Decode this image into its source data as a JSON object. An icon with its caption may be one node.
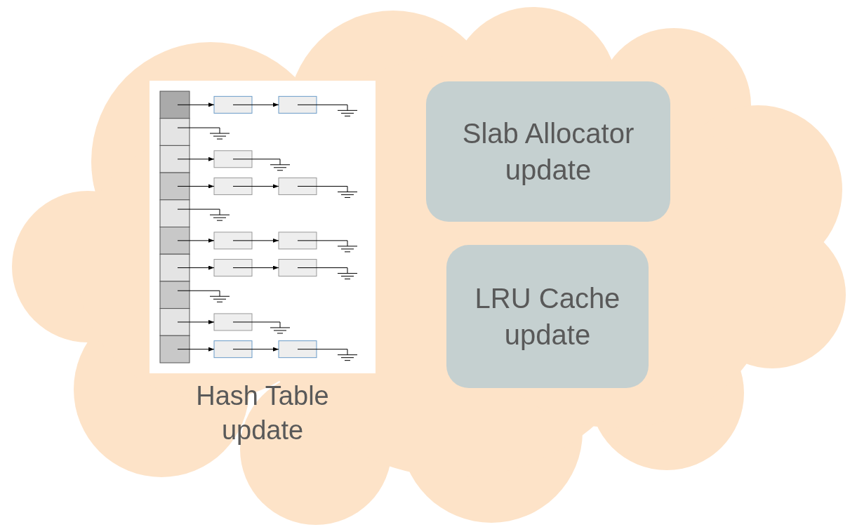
{
  "diagram": {
    "nodes": [
      {
        "text": [],
        "shape": "cloud"
      },
      {
        "text": [],
        "shape": "picture",
        "in": 0,
        "beside": [
          "Hash Table update"
        ]
      },
      {
        "text": [
          "Slab Allocator update"
        ],
        "in": 0
      },
      {
        "text": [
          "LRU Cache update"
        ],
        "in": 0
      }
    ],
    "edges": []
  }
}
